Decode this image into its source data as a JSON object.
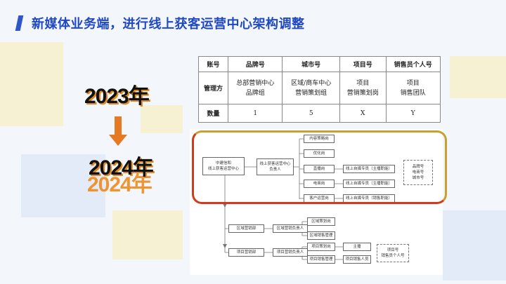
{
  "title": "新媒体业务端，进行线上获客运营中心架构调整",
  "years": {
    "from": "2023年",
    "to": "2024年",
    "to_echo": "2024年"
  },
  "table": {
    "headers": [
      "账号",
      "品牌号",
      "城市号",
      "项目号",
      "销售员个人号"
    ],
    "rows": [
      {
        "label": "管理方",
        "cells": [
          [
            "总部营销中心",
            "品牌组"
          ],
          [
            "区域/商车中心",
            "营销策划组"
          ],
          [
            "项目",
            "营销策划岗"
          ],
          [
            "项目",
            "销售团队"
          ]
        ]
      },
      {
        "label": "数量",
        "cells": [
          [
            "1"
          ],
          [
            "5"
          ],
          [
            "X"
          ],
          [
            "Y"
          ]
        ]
      }
    ]
  },
  "org": {
    "root": [
      "中建信和",
      "线上获客运营中心"
    ],
    "head": [
      "线上获客运营中心",
      "负责人"
    ],
    "branches": [
      "内容策略岗",
      "优化岗",
      "直播岗",
      "电商岗",
      "客户运营岗"
    ],
    "specialists": [
      "线上自媒专员（主播职能）",
      "线上自媒专员（主播职能）",
      "线上自媒专员（销售职能）"
    ],
    "account_note": [
      "品牌号",
      "电商号",
      "城市号"
    ],
    "region": {
      "dept": "区域营销部",
      "head": "区域营销负责人",
      "roles": [
        "区域策划岗",
        "区域销售管理"
      ]
    },
    "project": {
      "dept": "项目营销部",
      "head": "项目营销负责人",
      "roles": [
        "项目策划岗",
        "项目销售管理"
      ],
      "sub": [
        "主播",
        "项目销售人员"
      ],
      "note": [
        "项目号",
        "销售员个人号"
      ]
    }
  }
}
